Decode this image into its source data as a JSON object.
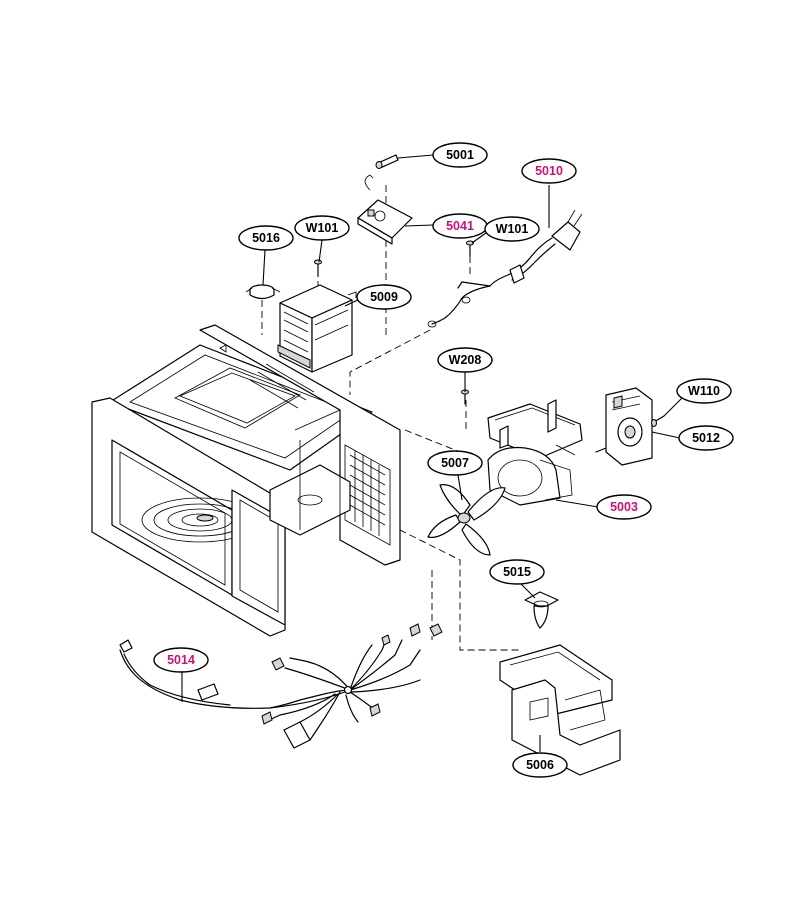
{
  "colors": {
    "line": "#000000",
    "label_normal": "#000000",
    "label_highlight": "#cc1177"
  },
  "callouts": [
    {
      "id": "5001",
      "label": "5001",
      "highlight": false
    },
    {
      "id": "5010",
      "label": "5010",
      "highlight": true
    },
    {
      "id": "5041",
      "label": "5041",
      "highlight": true
    },
    {
      "id": "W101a",
      "label": "W101",
      "highlight": false
    },
    {
      "id": "W101b",
      "label": "W101",
      "highlight": false
    },
    {
      "id": "5016",
      "label": "5016",
      "highlight": false
    },
    {
      "id": "5009",
      "label": "5009",
      "highlight": false
    },
    {
      "id": "W208",
      "label": "W208",
      "highlight": false
    },
    {
      "id": "W110",
      "label": "W110",
      "highlight": false
    },
    {
      "id": "5012",
      "label": "5012",
      "highlight": false
    },
    {
      "id": "5007",
      "label": "5007",
      "highlight": false
    },
    {
      "id": "5003",
      "label": "5003",
      "highlight": true
    },
    {
      "id": "5015",
      "label": "5015",
      "highlight": false
    },
    {
      "id": "5014",
      "label": "5014",
      "highlight": true
    },
    {
      "id": "5006",
      "label": "5006",
      "highlight": false
    }
  ]
}
